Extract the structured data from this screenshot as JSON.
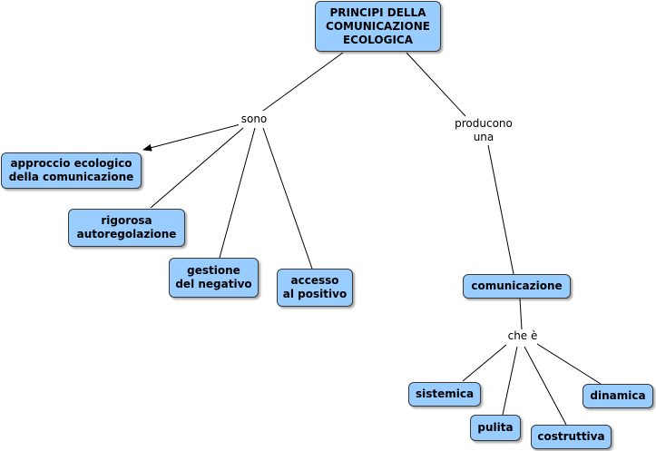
{
  "concept_map": {
    "root": "PRINCIPI DELLA\nCOMUNICAZIONE\nECOLOGICA",
    "link_sono": "sono",
    "link_producono": "producono\nuna",
    "link_che_e": "che è",
    "concepts": {
      "approccio": "approccio ecologico\ndella comunicazione",
      "rigorosa": "rigorosa\nautoregolazione",
      "gestione": "gestione\ndel negativo",
      "accesso": "accesso\nal positivo",
      "comunicazione": "comunicazione",
      "sistemica": "sistemica",
      "pulita": "pulita",
      "costruttiva": "costruttiva",
      "dinamica": "dinamica"
    }
  },
  "colors": {
    "node_fill": "#99ccff",
    "node_border": "#3a3a3a",
    "line": "#000000"
  }
}
